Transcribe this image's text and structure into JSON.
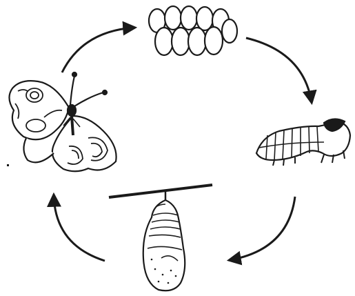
{
  "diagram": {
    "stages": [
      {
        "id": "eggs",
        "icon": "eggs-cluster-icon"
      },
      {
        "id": "caterpillar",
        "icon": "caterpillar-icon"
      },
      {
        "id": "pupa",
        "icon": "chrysalis-icon"
      },
      {
        "id": "butterfly",
        "icon": "butterfly-icon"
      }
    ],
    "arrows": [
      {
        "from": "butterfly",
        "to": "eggs"
      },
      {
        "from": "eggs",
        "to": "caterpillar"
      },
      {
        "from": "caterpillar",
        "to": "pupa"
      },
      {
        "from": "pupa",
        "to": "butterfly"
      }
    ],
    "colors": {
      "ink": "#1a1a1a",
      "background": "#ffffff",
      "shade": "#d9d9d9"
    }
  }
}
